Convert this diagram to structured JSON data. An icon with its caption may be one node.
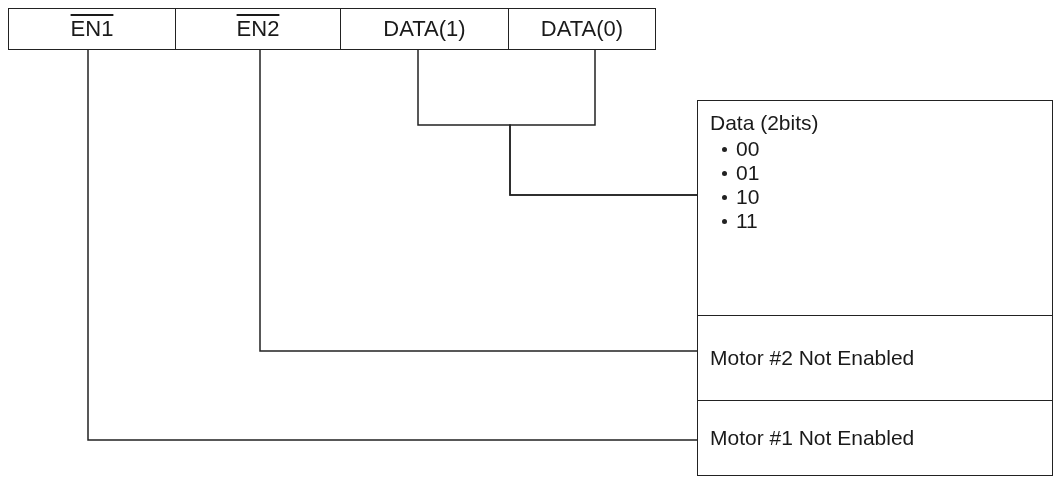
{
  "diagram": {
    "nodes": [
      {
        "text": [
          "EN1"
        ]
      },
      {
        "text": [
          "EN2"
        ]
      },
      {
        "text": [
          "DATA(1)"
        ]
      },
      {
        "text": [
          "DATA(0)"
        ]
      },
      {
        "text": [
          "Data (2bits)",
          "00",
          "01",
          "10",
          "11"
        ]
      },
      {
        "text": [
          "Motor #2 Not Enabled"
        ]
      },
      {
        "text": [
          "Motor #1 Not Enabled"
        ]
      }
    ],
    "edges": [
      {
        "from": 2,
        "to": 4,
        "arrow": "none"
      },
      {
        "from": 3,
        "to": 4,
        "arrow": "none"
      },
      {
        "from": 1,
        "to": 5,
        "arrow": "none"
      },
      {
        "from": 0,
        "to": 6,
        "arrow": "none"
      }
    ]
  }
}
